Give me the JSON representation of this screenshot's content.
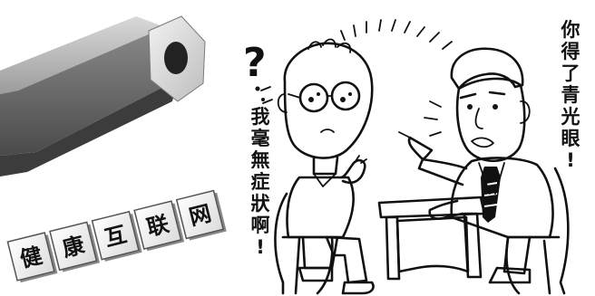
{
  "tiles": [
    "健",
    "康",
    "互",
    "联",
    "网"
  ],
  "left_speech": {
    "question_mark": "?",
    "chars": [
      "我",
      "毫",
      "無",
      "症",
      "狀",
      "啊",
      "!"
    ]
  },
  "right_speech": {
    "chars": [
      "你",
      "得",
      "了",
      "青",
      "光",
      "眼",
      "!"
    ]
  }
}
